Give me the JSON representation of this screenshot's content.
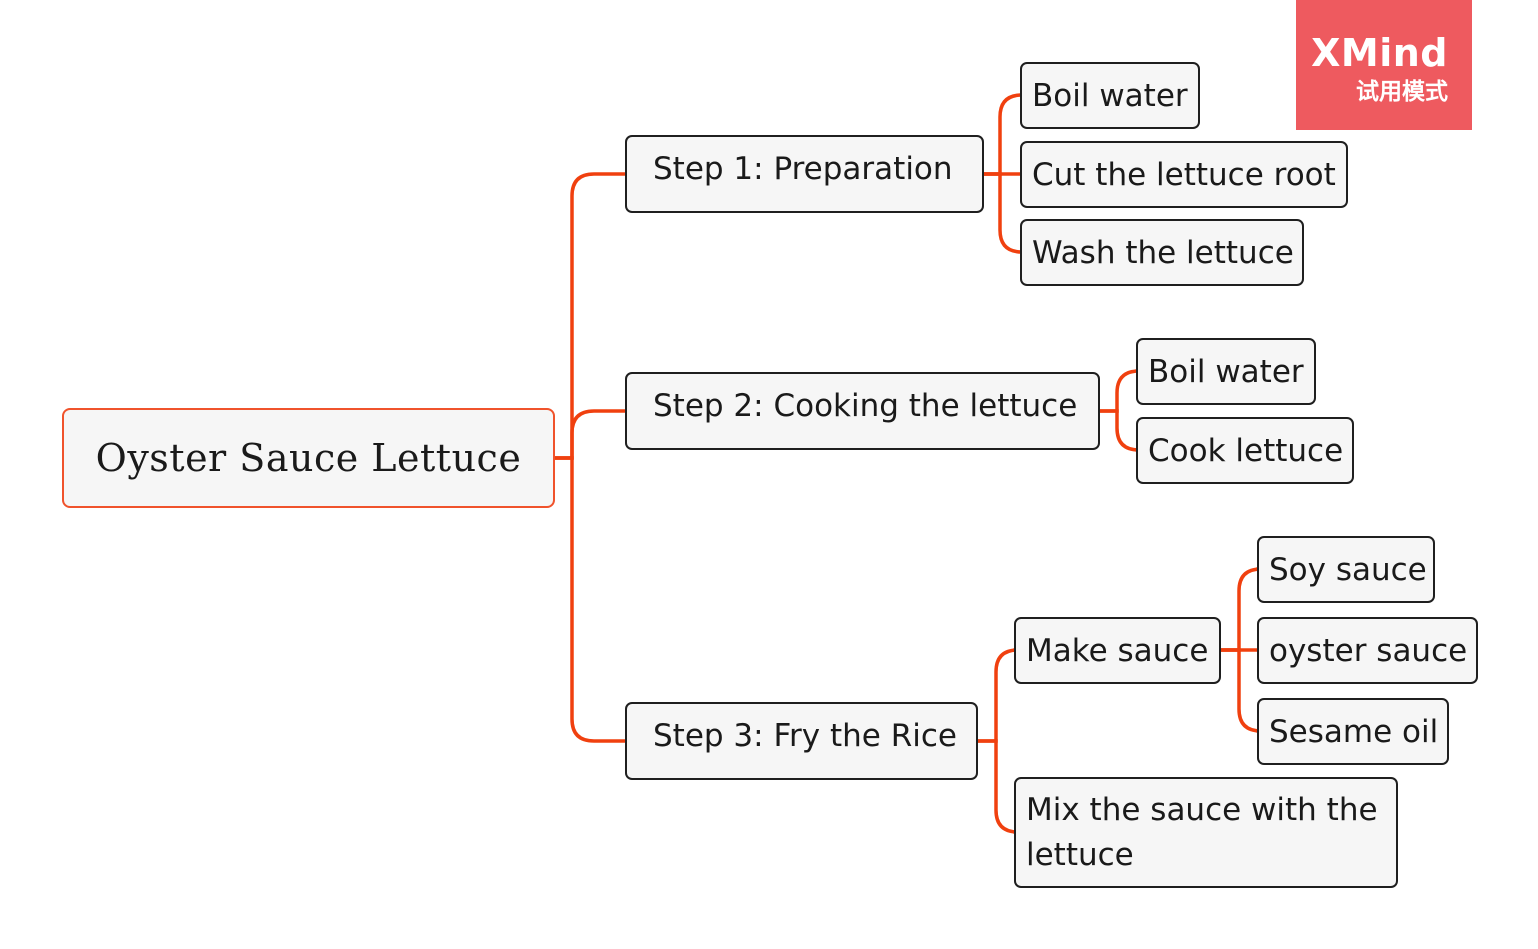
{
  "root": {
    "label": "Oyster Sauce Lettuce"
  },
  "steps": [
    {
      "label": "Step 1: Preparation"
    },
    {
      "label": "Step 2: Cooking the lettuce"
    },
    {
      "label": "Step 3: Fry the Rice"
    }
  ],
  "step1_tasks": [
    {
      "label": "Boil water"
    },
    {
      "label": "Cut the lettuce root"
    },
    {
      "label": "Wash the lettuce"
    }
  ],
  "step2_tasks": [
    {
      "label": "Boil water"
    },
    {
      "label": "Cook lettuce"
    }
  ],
  "step3_tasks": [
    {
      "label": "Make sauce"
    },
    {
      "label": "Mix the sauce with the lettuce"
    }
  ],
  "sauce_ingredients": [
    {
      "label": "Soy sauce"
    },
    {
      "label": "oyster sauce"
    },
    {
      "label": "Sesame oil"
    }
  ],
  "watermark": {
    "brand": "XMind",
    "mode": "试用模式"
  },
  "colors": {
    "connector": "#f0400f",
    "root_border": "#f0532c",
    "node_border": "#1f1f1f",
    "node_fill": "#f6f6f6",
    "watermark_bg": "#ee5a5f"
  }
}
